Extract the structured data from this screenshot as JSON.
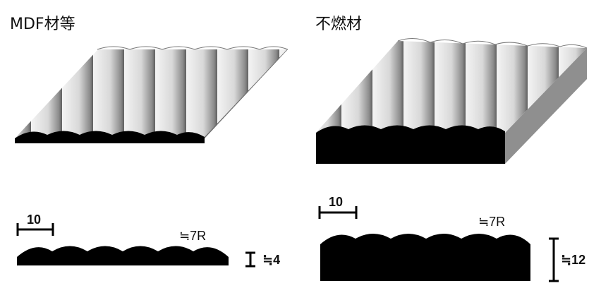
{
  "panels": {
    "left": {
      "title": "MDF材等",
      "pitch_label": "10",
      "radius_label": "≒7R",
      "thickness_label": "≒4"
    },
    "right": {
      "title": "不燃材",
      "pitch_label": "10",
      "radius_label": "≒7R",
      "thickness_label": "≒12"
    }
  },
  "colors": {
    "solid": "#000000",
    "surface_light": "#e2e2e2",
    "surface_dark": "#8d8d8d",
    "side_face": "#909090"
  }
}
